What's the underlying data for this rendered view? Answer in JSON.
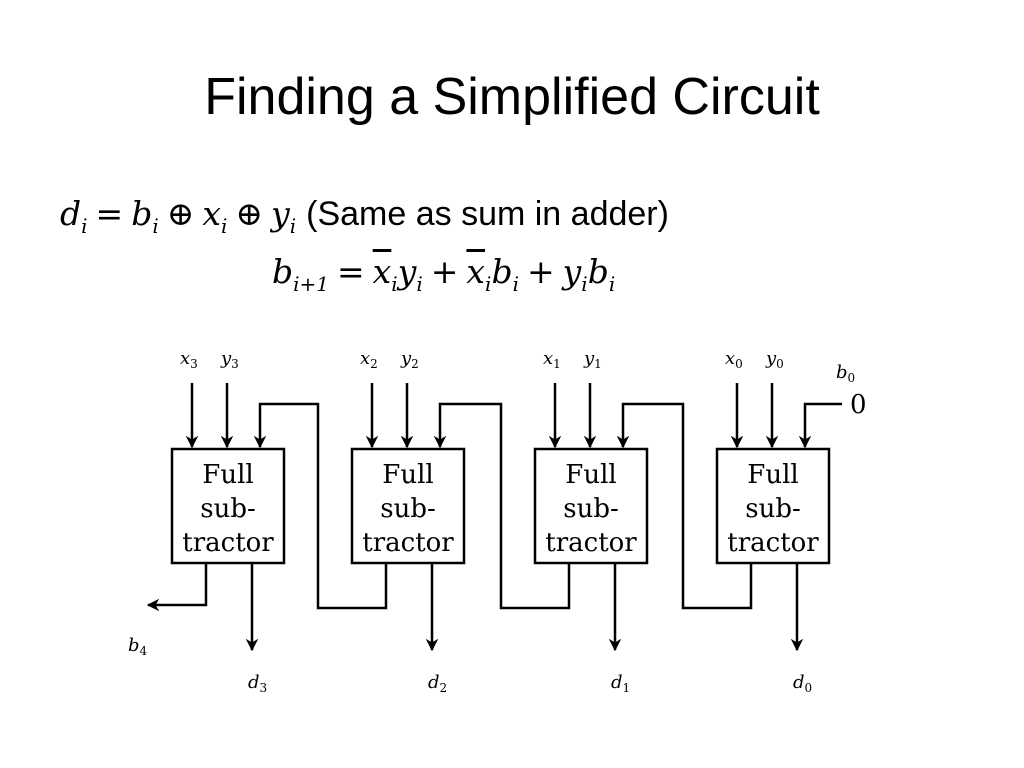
{
  "title": "Finding a Simplified Circuit",
  "equations": {
    "note": "(Same as sum in adder)"
  },
  "diagram": {
    "block_label_lines": [
      "Full",
      "sub-",
      "tractor"
    ],
    "carry_in_value": "0",
    "stages": [
      {
        "x": "x",
        "x_sub": "3",
        "y": "y",
        "y_sub": "3",
        "d": "d",
        "d_sub": "3"
      },
      {
        "x": "x",
        "x_sub": "2",
        "y": "y",
        "y_sub": "2",
        "d": "d",
        "d_sub": "2"
      },
      {
        "x": "x",
        "x_sub": "1",
        "y": "y",
        "y_sub": "1",
        "d": "d",
        "d_sub": "1"
      },
      {
        "x": "x",
        "x_sub": "0",
        "y": "y",
        "y_sub": "0",
        "d": "d",
        "d_sub": "0"
      }
    ],
    "b_in": {
      "name": "b",
      "sub": "0"
    },
    "b_out": {
      "name": "b",
      "sub": "4"
    }
  }
}
